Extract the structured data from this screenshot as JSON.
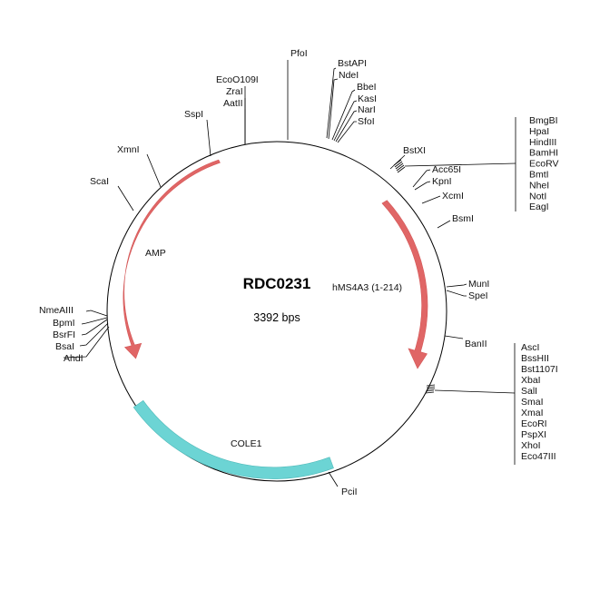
{
  "plasmid": {
    "name": "RDC0231",
    "size": "3392 bps"
  },
  "colors": {
    "arrow": "#E06666",
    "ori": "#6CD4D4",
    "line": "#000000"
  },
  "features": [
    {
      "id": "amp",
      "label": "AMP",
      "kind": "arrow",
      "direction": "counterclockwise"
    },
    {
      "id": "hms4a3",
      "label": "hMS4A3 (1-214)",
      "kind": "arrow",
      "direction": "clockwise"
    },
    {
      "id": "cole1",
      "label": "COLE1",
      "kind": "block"
    }
  ],
  "single_sites": [
    {
      "id": "pfoi",
      "label": "PfoI"
    },
    {
      "id": "eco0109i",
      "label": "EcoO109I"
    },
    {
      "id": "zrai",
      "label": "ZraI"
    },
    {
      "id": "aatii",
      "label": "AatII"
    },
    {
      "id": "sspi",
      "label": "SspI"
    },
    {
      "id": "xmni",
      "label": "XmnI"
    },
    {
      "id": "scai",
      "label": "ScaI"
    },
    {
      "id": "nmeaiii",
      "label": "NmeAIII"
    },
    {
      "id": "bpmi",
      "label": "BpmI"
    },
    {
      "id": "bsrfi",
      "label": "BsrFI"
    },
    {
      "id": "bsai",
      "label": "BsaI"
    },
    {
      "id": "ahdi",
      "label": "AhdI"
    },
    {
      "id": "bstapi",
      "label": "BstAPI"
    },
    {
      "id": "ndei",
      "label": "NdeI"
    },
    {
      "id": "bbei",
      "label": "BbeI"
    },
    {
      "id": "kasi",
      "label": "KasI"
    },
    {
      "id": "nari",
      "label": "NarI"
    },
    {
      "id": "sfoi",
      "label": "SfoI"
    },
    {
      "id": "bstxi",
      "label": "BstXI"
    },
    {
      "id": "acc65i",
      "label": "Acc65I"
    },
    {
      "id": "kpni",
      "label": "KpnI"
    },
    {
      "id": "xcmi",
      "label": "XcmI"
    },
    {
      "id": "bsmi",
      "label": "BsmI"
    },
    {
      "id": "muni",
      "label": "MunI"
    },
    {
      "id": "spei",
      "label": "SpeI"
    },
    {
      "id": "banii",
      "label": "BanII"
    },
    {
      "id": "pcii",
      "label": "PciI"
    }
  ],
  "mcs_upper": [
    "BmgBI",
    "HpaI",
    "HindIII",
    "BamHI",
    "EcoRV",
    "BmtI",
    "NheI",
    "NotI",
    "EagI"
  ],
  "mcs_lower": [
    "AscI",
    "BssHII",
    "Bst1107I",
    "XbaI",
    "SalI",
    "SmaI",
    "XmaI",
    "EcoRI",
    "PspXI",
    "XhoI",
    "Eco47III"
  ]
}
